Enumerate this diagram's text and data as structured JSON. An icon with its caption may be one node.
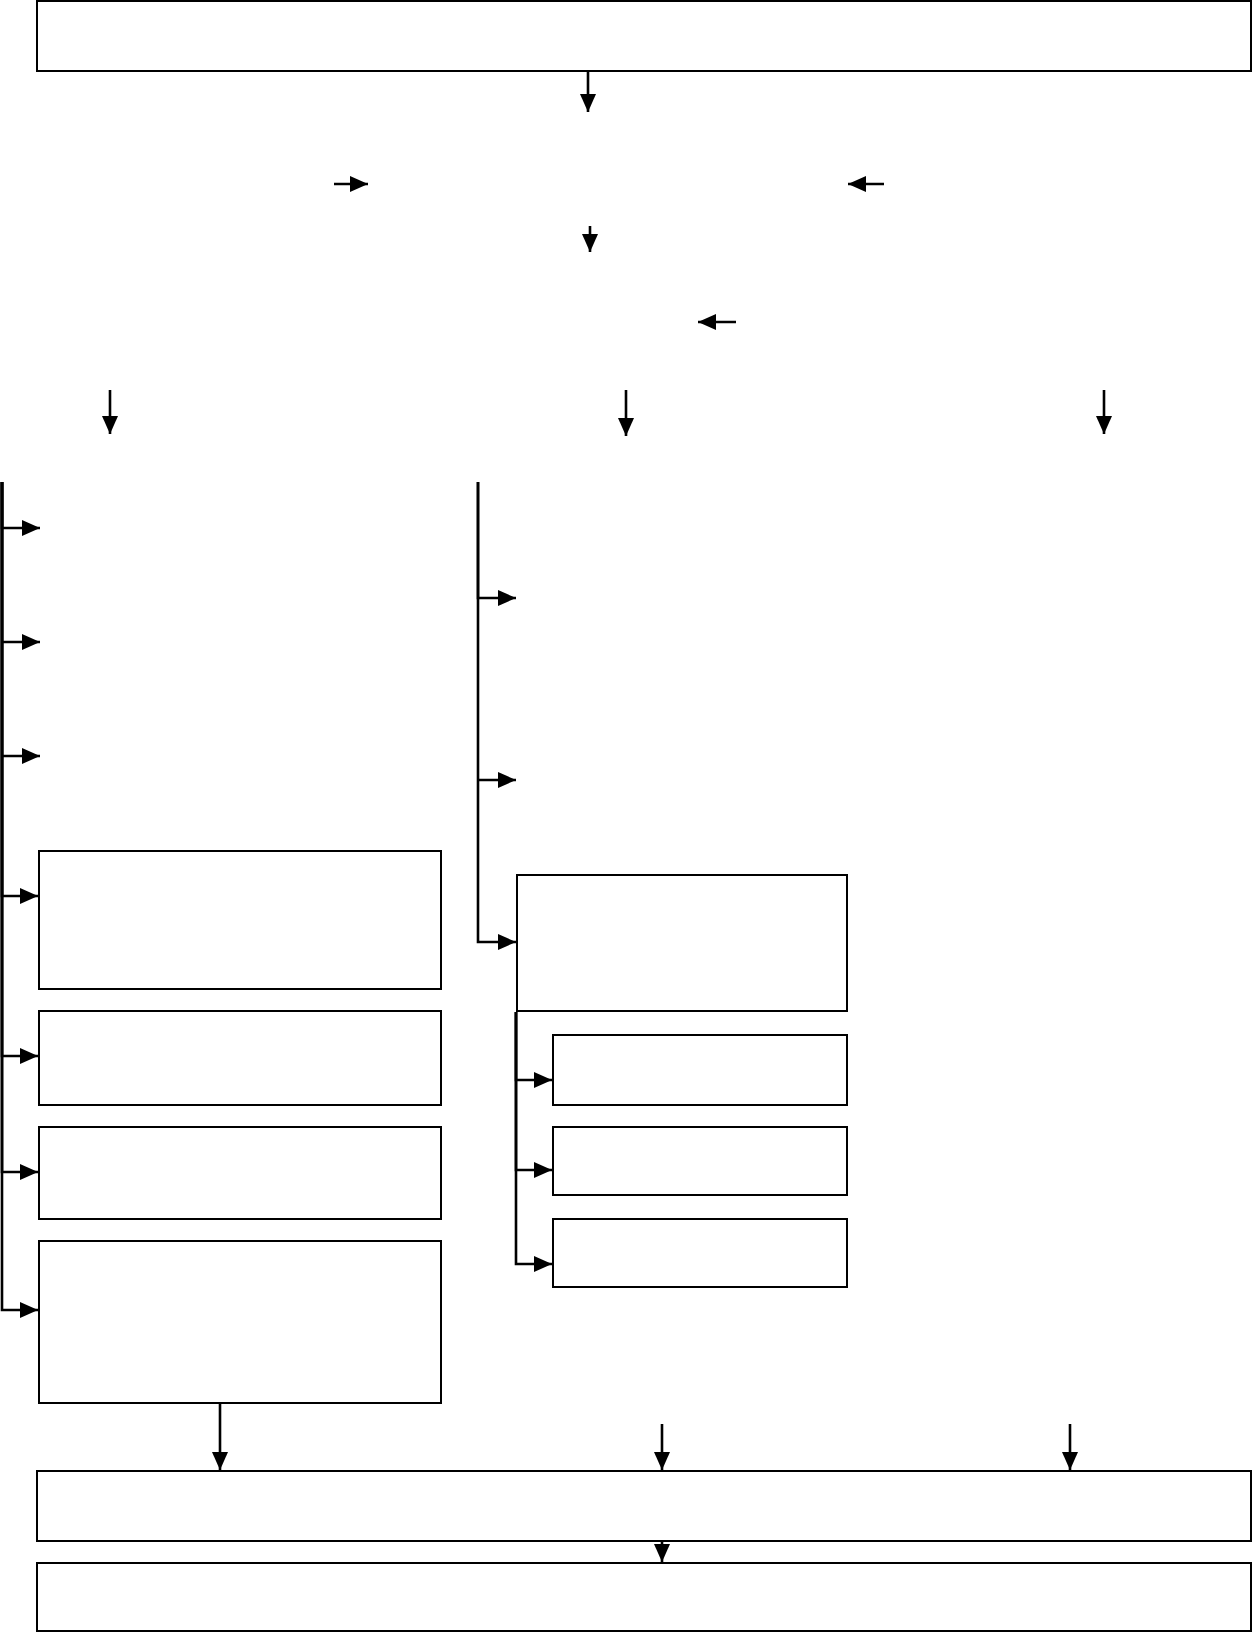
{
  "diagram": {
    "nodes": [
      {
        "text": [],
        "shape": "box"
      },
      {
        "text": [],
        "shape": "box"
      },
      {
        "text": [],
        "shape": "box"
      },
      {
        "text": [],
        "shape": "box"
      },
      {
        "text": [],
        "shape": "box"
      },
      {
        "text": [],
        "shape": "box"
      },
      {
        "text": [],
        "shape": "box"
      },
      {
        "text": [],
        "shape": "box"
      },
      {
        "text": [],
        "shape": "box"
      },
      {
        "text": [],
        "shape": "box"
      },
      {
        "text": [],
        "shape": "box"
      }
    ],
    "edges": [
      {
        "from": 0,
        "to": null,
        "arrow": "to"
      },
      {
        "from": null,
        "to": 1,
        "arrow": "to"
      },
      {
        "from": null,
        "to": 2,
        "arrow": "to"
      },
      {
        "from": null,
        "to": 3,
        "arrow": "to"
      },
      {
        "from": null,
        "to": 4,
        "arrow": "to"
      },
      {
        "from": null,
        "to": 5,
        "arrow": "to"
      },
      {
        "from": 5,
        "to": 6,
        "arrow": "to"
      },
      {
        "from": 5,
        "to": 7,
        "arrow": "to"
      },
      {
        "from": 5,
        "to": 8,
        "arrow": "to"
      },
      {
        "from": 4,
        "to": 9,
        "arrow": "to"
      },
      {
        "from": null,
        "to": 9,
        "arrow": "to"
      },
      {
        "from": null,
        "to": 9,
        "arrow": "to"
      },
      {
        "from": 9,
        "to": 10,
        "arrow": "to"
      }
    ]
  }
}
